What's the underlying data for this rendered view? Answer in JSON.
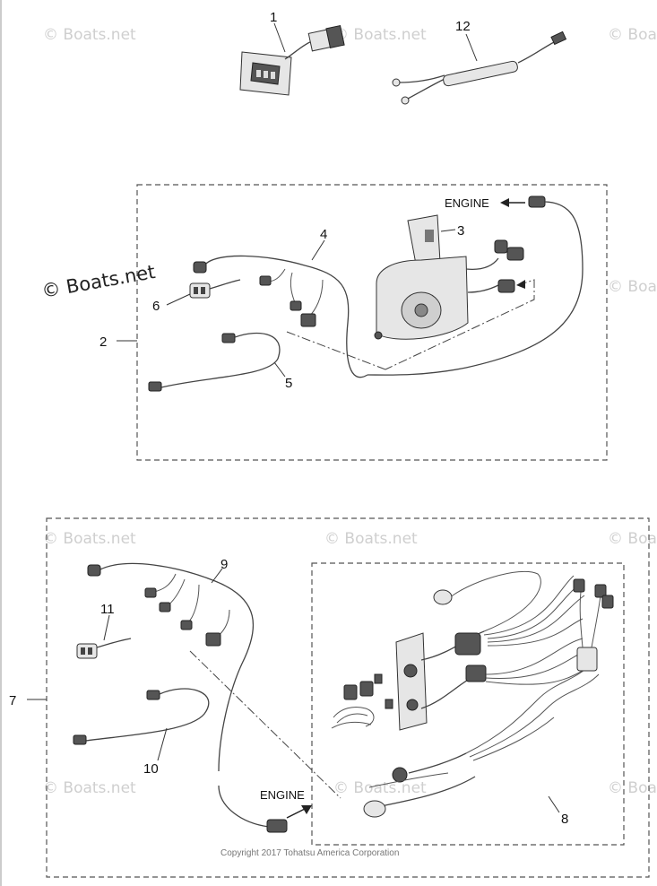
{
  "watermark": "© Boats.net",
  "copyright": "Copyright 2017 Tohatsu America Corporation",
  "engine_label": "ENGINE",
  "callouts": {
    "p1": "1",
    "p2": "2",
    "p3": "3",
    "p4": "4",
    "p5": "5",
    "p6": "6",
    "p7": "7",
    "p8": "8",
    "p9": "9",
    "p10": "10",
    "p11": "11",
    "p12": "12"
  },
  "icons": {
    "arrow": "arrow-left-icon",
    "arrow_down_right": "arrow-down-right-icon"
  }
}
